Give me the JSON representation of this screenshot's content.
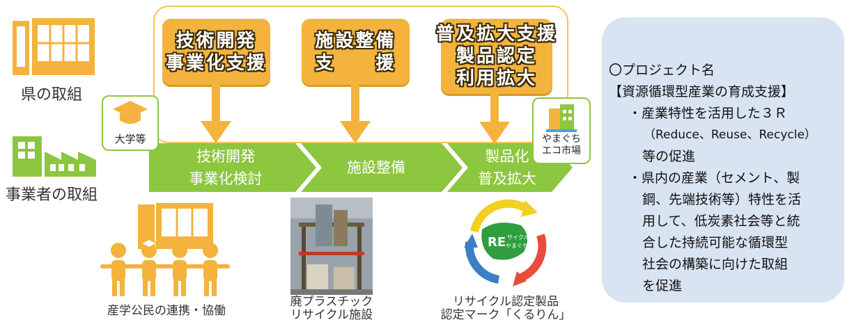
{
  "top_boxes": [
    {
      "lines": [
        "技術開発",
        "事業化支援"
      ]
    },
    {
      "lines": [
        "施設整備",
        "支　　援"
      ]
    },
    {
      "lines": [
        "普及拡大支援",
        "製品認定",
        "利用拡大"
      ]
    }
  ],
  "left_labels": {
    "prefecture": "県の取組",
    "business": "事業者の取組"
  },
  "badges": {
    "university": "大学等",
    "eco_market": [
      "やまぐち",
      "エコ市場"
    ]
  },
  "chevrons": [
    {
      "lines": [
        "技術開発",
        "事業化検討"
      ]
    },
    {
      "lines": [
        "施設整備"
      ]
    },
    {
      "lines": [
        "製品化",
        "普及拡大"
      ]
    }
  ],
  "captions": {
    "collaboration": "産学公民の連携・協働",
    "plastic": [
      "廃プラスチック",
      "リサイクル施設"
    ],
    "recycle_mark": [
      "リサイクル認定製品",
      "認定マーク「くるりん」"
    ],
    "logo_text": [
      "RE",
      "サイクル",
      "やまぐち"
    ]
  },
  "panel": {
    "lines": [
      "〇プロジェクト名",
      "【資源循環型産業の育成支援】",
      "・産業特性を活用した３Ｒ",
      "（Reduce、Reuse、Recycle）",
      "等の促進",
      "・県内の産業（セメント、製",
      "鋼、先端技術等）特性を活",
      "用して、低炭素社会等と統",
      "合した持続可能な循環型",
      "社会の構築に向けた取組",
      "を促進"
    ]
  },
  "colors": {
    "orange": "#f3b33d",
    "green": "#8dc63f",
    "panel": "#d9e4f2"
  },
  "icons": [
    "building-icon",
    "factory-icon",
    "graduation-cap-icon",
    "eco-market-icon",
    "people-icon",
    "recycle-mark-icon"
  ]
}
